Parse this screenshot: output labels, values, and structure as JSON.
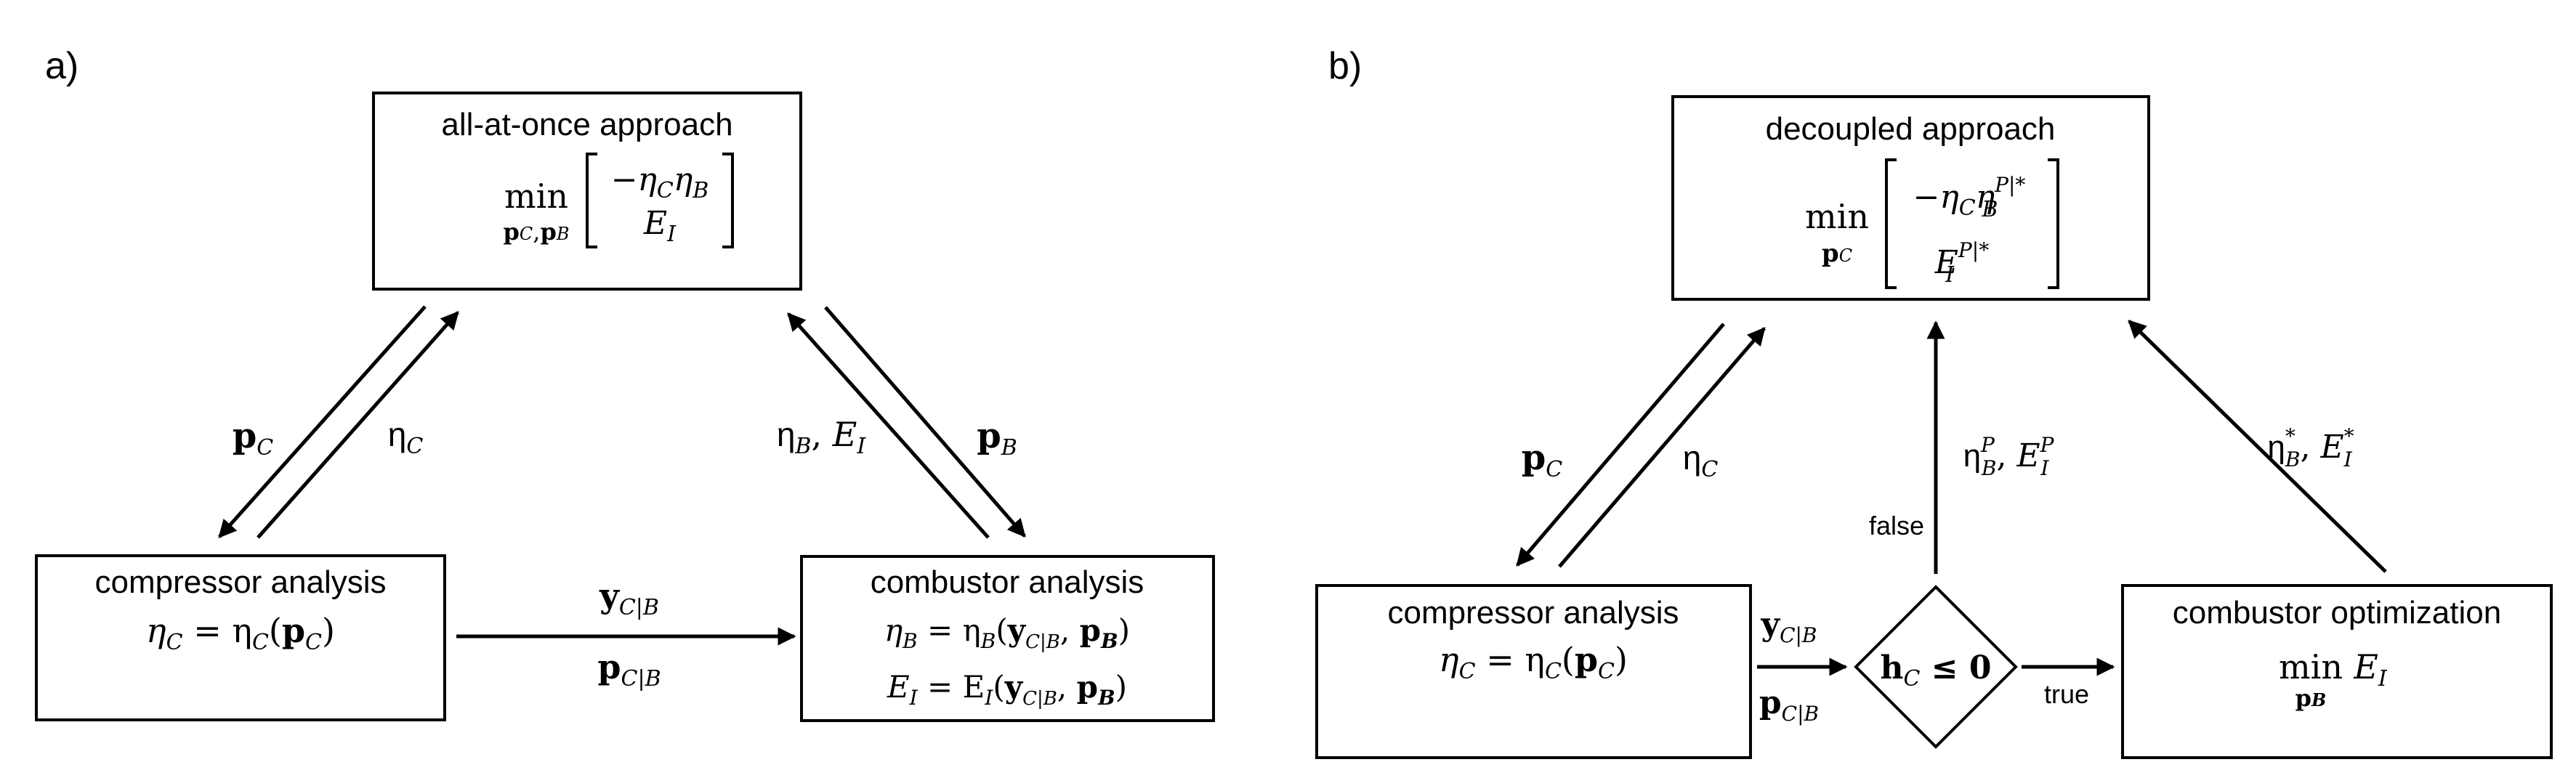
{
  "panel_a": {
    "label": "a)",
    "top_box": {
      "title": "all-at-once approach",
      "min": "min",
      "min_sub_p1": "p",
      "min_sub_c": "C",
      "min_sub_comma": ",",
      "min_sub_p2": "p",
      "min_sub_b": "B",
      "row1_minus_eta": "−η",
      "row1_sub_c": "C",
      "row1_eta": "η",
      "row1_sub_b": "B",
      "row2_e": "E",
      "row2_sub_i": "I"
    },
    "left_box": {
      "title": "compressor analysis",
      "eq_eta": "η",
      "eq_sub_c": "C",
      "eq_mid": " = η",
      "eq_sub_c2": "C",
      "eq_open": "(",
      "eq_p": "p",
      "eq_sub_c3": "C",
      "eq_close": ")"
    },
    "right_box": {
      "title": "combustor analysis",
      "eq1_eta": "η",
      "eq1_sub_b": "B",
      "eq1_mid": " = η",
      "eq1_sub_b2": "B",
      "eq1_open": "(",
      "eq1_y": "y",
      "eq1_sub_cb": "C|B",
      "eq1_comma": ", ",
      "eq1_p": "p",
      "eq1_sub_b3": "B",
      "eq1_close": ")",
      "eq2_e": "E",
      "eq2_sub_i": "I",
      "eq2_mid": " = E",
      "eq2_sub_i2": "I",
      "eq2_open": "(",
      "eq2_y": "y",
      "eq2_sub_cb": "C|B",
      "eq2_comma": ", ",
      "eq2_p": "p",
      "eq2_sub_b": "B",
      "eq2_close": ")"
    },
    "edge_pc": {
      "p": "p",
      "sub": "C"
    },
    "edge_etac": {
      "eta": "η",
      "sub": "C"
    },
    "edge_etab_ei": {
      "eta": "η",
      "sub_b": "B",
      "comma": ", ",
      "e": "E",
      "sub_i": "I"
    },
    "edge_pb": {
      "p": "p",
      "sub": "B"
    },
    "edge_ycb": {
      "y": "y",
      "sub": "C|B"
    },
    "edge_pcb": {
      "p": "p",
      "sub": "C|B"
    }
  },
  "panel_b": {
    "label": "b)",
    "top_box": {
      "title": "decoupled approach",
      "min": "min",
      "min_sub_p": "p",
      "min_sub_c": "C",
      "row1_minus_eta": "−η",
      "row1_sub_c": "C",
      "row1_eta": "η",
      "row1_sup": "P|*",
      "row1_sub_b": "B",
      "row2_e": "E",
      "row2_sup": "P|*",
      "row2_sub_i": "I"
    },
    "left_box": {
      "title": "compressor analysis",
      "eq_eta": "η",
      "eq_sub_c": "C",
      "eq_mid": " = η",
      "eq_sub_c2": "C",
      "eq_open": "(",
      "eq_p": "p",
      "eq_sub_c3": "C",
      "eq_close": ")"
    },
    "diamond": {
      "h": "h",
      "sub": "C",
      "rest": " ≤ 0"
    },
    "right_box": {
      "title": "combustor optimization",
      "min": "min",
      "min_sub_p": "p",
      "min_sub_b": "B",
      "e": "E",
      "sub_i": "I"
    },
    "edge_pc": {
      "p": "p",
      "sub": "C"
    },
    "edge_etac": {
      "eta": "η",
      "sub": "C"
    },
    "edge_ycb": {
      "y": "y",
      "sub": "C|B"
    },
    "edge_pcb": {
      "p": "p",
      "sub": "C|B"
    },
    "edge_false": {
      "label": "false",
      "eta": "η",
      "sup_p": "P",
      "sub_b": "B",
      "comma": ", ",
      "e": "E",
      "sup_p2": "P",
      "sub_i": "I"
    },
    "edge_true": {
      "label": "true"
    },
    "edge_star": {
      "eta": "η",
      "sup": "*",
      "sub_b": "B",
      "comma": ", ",
      "e": "E",
      "sup2": "*",
      "sub_i": "I"
    }
  }
}
